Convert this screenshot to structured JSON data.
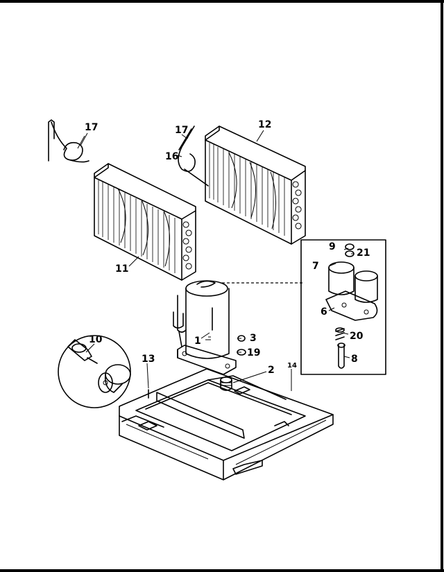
{
  "labels": {
    "p1": "1",
    "p2": "2",
    "p3": "3",
    "p6": "6",
    "p7": "7",
    "p8": "8",
    "p9": "9",
    "p10": "10",
    "p11": "11",
    "p12": "12",
    "p13": "13",
    "p14": "14",
    "p16": "16",
    "p17a": "17",
    "p17b": "17",
    "p19": "19",
    "p20": "20",
    "p21": "21"
  }
}
